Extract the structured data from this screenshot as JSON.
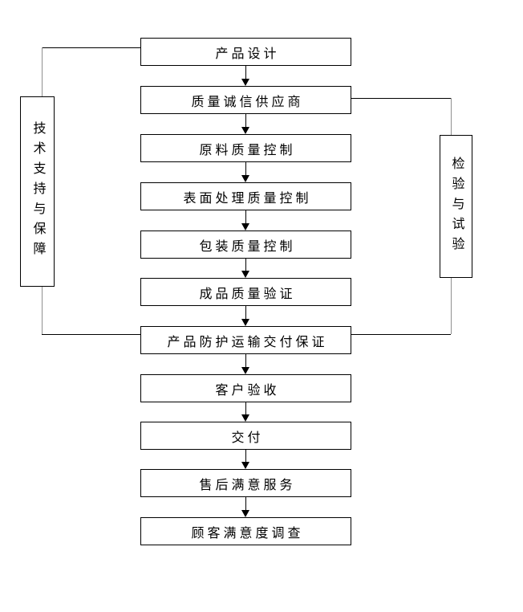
{
  "diagram": {
    "type": "flowchart",
    "steps": [
      {
        "label": "产品设计"
      },
      {
        "label": "质量诚信供应商"
      },
      {
        "label": "原料质量控制"
      },
      {
        "label": "表面处理质量控制"
      },
      {
        "label": "包装质量控制"
      },
      {
        "label": "成品质量验证"
      },
      {
        "label": "产品防护运输交付保证"
      },
      {
        "label": "客户验收"
      },
      {
        "label": "交付"
      },
      {
        "label": "售后满意服务"
      },
      {
        "label": "顾客满意度调查"
      }
    ],
    "side_boxes": {
      "left": {
        "label": "技术支持与保障"
      },
      "right": {
        "label": "检验与试验"
      }
    },
    "colors": {
      "background": "#ffffff",
      "box_border": "#000000",
      "text": "#000000",
      "horizontal_connector": "#000000",
      "vertical_connector": "#909090",
      "arrow": "#000000"
    }
  }
}
